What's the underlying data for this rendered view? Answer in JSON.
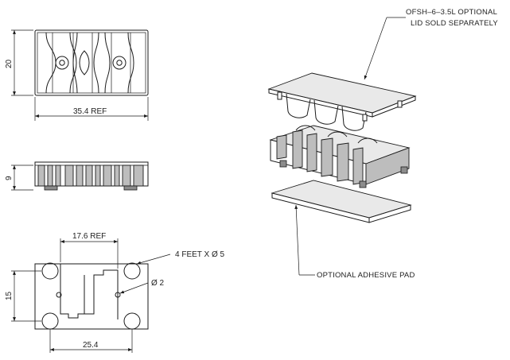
{
  "dimensions": {
    "top_width": "35.4 REF",
    "top_height": "20",
    "side_height": "9",
    "bottom_ref": "17.6 REF",
    "bottom_height": "15",
    "bottom_width": "25.4",
    "feet": "4 FEET X Ø 5",
    "hole": "Ø 2"
  },
  "callouts": {
    "lid_line1": "OFSH–6–3.5L OPTIONAL",
    "lid_line2": "LID SOLD SEPARATELY",
    "pad": "OPTIONAL ADHESIVE PAD"
  }
}
